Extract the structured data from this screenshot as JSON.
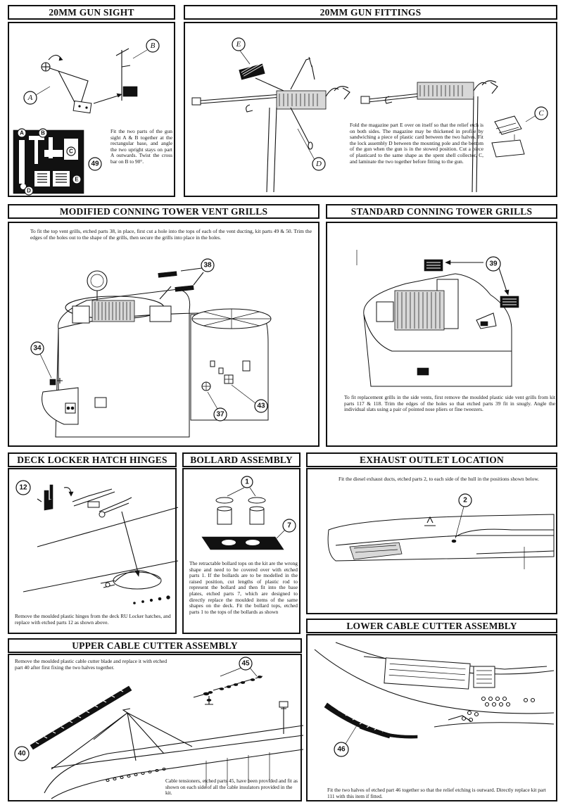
{
  "sections": {
    "gun_sight": {
      "title": "20MM GUN SIGHT",
      "instructions": "Fit the two parts of the gun sight A & B together at the rectangular base, and angle the two upright stays on part A outwards. Twist the cross bar on B to 90°.",
      "callouts": [
        "A",
        "B",
        "A",
        "B",
        "C",
        "D",
        "E",
        "49"
      ]
    },
    "gun_fittings": {
      "title": "20MM GUN FITTINGS",
      "instructions": "Fold the magazine part E over on itself so that the relief etch is on both sides. The magazine may be thickened in profile by sandwiching a piece of plastic card between the two halves. Fit the lock assembly D between the mounting pole and the bottom of the gun when the gun is in the stowed position. Cut a piece of plasticard to the same shape as the spent shell collector, C, and laminate the two together before fitting to the gun.",
      "callouts": [
        "E",
        "D",
        "C"
      ]
    },
    "vent_grills": {
      "title": "MODIFIED CONNING TOWER VENT GRILLS",
      "instructions": "To fit the top vent grills, etched parts 38, in place, first cut a hole into the tops of each of the vent ducting, kit parts 49 & 50. Trim the edges of the holes out to the shape of the grills, then secure the grills into place in the holes.",
      "callouts": [
        "38",
        "34",
        "37",
        "43"
      ]
    },
    "standard_grills": {
      "title": "STANDARD CONNING TOWER GRILLS",
      "instructions": "To fit replacement grills in the side vents, first remove the moulded plastic side vent grills from kit parts 117 & 118. Trim the edges of the holes so that etched parts 39 fit in snugly. Angle the individual slats using a pair of pointed nose pliers or fine tweezers.",
      "callouts": [
        "39"
      ]
    },
    "hatch_hinges": {
      "title": "DECK LOCKER HATCH HINGES",
      "instructions": "Remove the moulded plastic hinges from the deck RU Locker hatches, and replace with etched parts 12 as shown above.",
      "callouts": [
        "12"
      ]
    },
    "bollard": {
      "title": "BOLLARD ASSEMBLY",
      "instructions": "The retractable bollard tops on the kit are the wrong shape and need to be covered over with etched parts 1. If the bollards are to be modelled in the raised position, cut lengths of plastic rod to represent the bollard and then fit into the base plates, etched parts 7, which are designed to directly replace the moulded items of the same shapes on the deck. Fit the bollard tops, etched parts 1 to the tops of the bollards as shown",
      "callouts": [
        "1",
        "7"
      ]
    },
    "exhaust": {
      "title": "EXHAUST OUTLET LOCATION",
      "instructions": "Fit the diesel exhaust ducts, etched parts 2, to each side of the hull in the positions shown below.",
      "callouts": [
        "2"
      ]
    },
    "upper_cutter": {
      "title": "UPPER CABLE CUTTER ASSEMBLY",
      "instructions": "Remove the moulded plastic cable cutter blade and replace it with etched part 40 after first fixing the two halves together.",
      "note": "Cable tensioners, etched parts 45, have been provided and fit as shown on each side of all the cable insulators provided in the kit.",
      "callouts": [
        "45",
        "40"
      ]
    },
    "lower_cutter": {
      "title": "LOWER CABLE CUTTER ASSEMBLY",
      "instructions": "Fit the two halves of etched part 46 together so that the relief etching is outward. Directly replace kit part 111 with this item if fitted.",
      "callouts": [
        "46"
      ]
    }
  }
}
